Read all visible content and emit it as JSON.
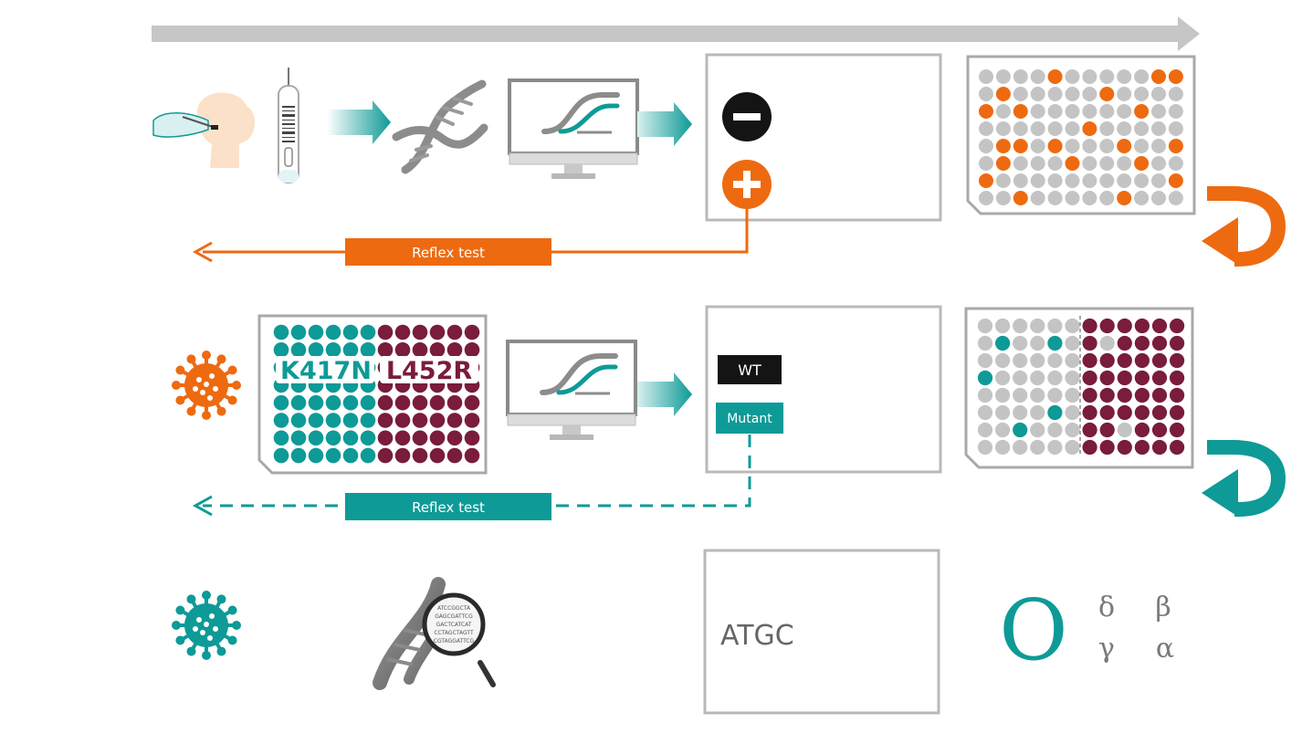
{
  "colors": {
    "orange": "#ee6a10",
    "teal": "#0e9a97",
    "maroon": "#7a1c3c",
    "gray": "#c4c4c4",
    "frame": "#b9b9b9",
    "dark": "#141414"
  },
  "row1": {
    "reflex_label": "Reflex test",
    "plate_orange_wells": [
      [
        0,
        4
      ],
      [
        0,
        10
      ],
      [
        0,
        11
      ],
      [
        1,
        1
      ],
      [
        1,
        7
      ],
      [
        2,
        0
      ],
      [
        2,
        2
      ],
      [
        2,
        9
      ],
      [
        3,
        6
      ],
      [
        4,
        1
      ],
      [
        4,
        2
      ],
      [
        4,
        4
      ],
      [
        4,
        8
      ],
      [
        4,
        11
      ],
      [
        5,
        1
      ],
      [
        5,
        5
      ],
      [
        5,
        9
      ],
      [
        6,
        0
      ],
      [
        6,
        11
      ],
      [
        7,
        2
      ],
      [
        7,
        8
      ]
    ]
  },
  "row2": {
    "k_label": "K417N",
    "l_label": "L452R",
    "wt_label": "WT",
    "mutant_label": "Mutant",
    "reflex_label": "Reflex test",
    "plate_teal_wells": [
      [
        1,
        1
      ],
      [
        1,
        4
      ],
      [
        3,
        0
      ],
      [
        5,
        4
      ],
      [
        6,
        2
      ]
    ],
    "plate_gray_right_wells": [
      [
        1,
        1
      ],
      [
        6,
        2
      ]
    ]
  },
  "row3": {
    "seq_text": "ATGC",
    "variant_big_symbol": "O",
    "greek_symbols": [
      "δ",
      "β",
      "γ",
      "α"
    ],
    "magnifier_text": [
      "ATCCGGCTA",
      "GAGCGATTCG",
      "GACTCATCAT",
      "CCTAGCTAGTT",
      "CGTAGGATTCG"
    ]
  },
  "icons": [
    "timeline-arrow-icon",
    "nasal-swab-icon",
    "sample-tube-icon",
    "dna-helix-icon",
    "pcr-monitor-icon",
    "negative-result-icon",
    "positive-result-icon",
    "well-plate-icon",
    "return-arrow-icon",
    "virus-icon",
    "sequencing-magnifier-icon"
  ]
}
